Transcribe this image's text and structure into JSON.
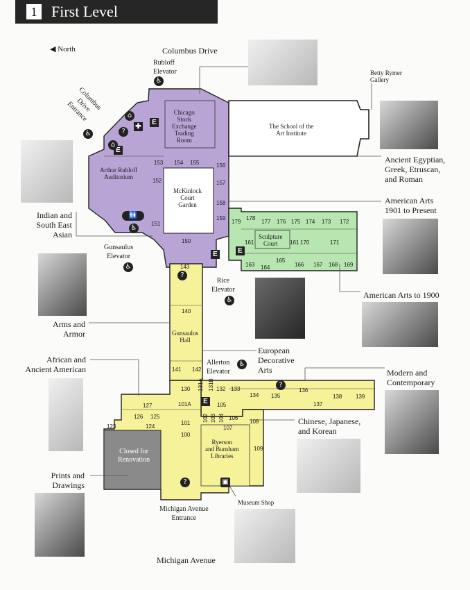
{
  "header": {
    "number": "1",
    "title": "First Level"
  },
  "orientation": {
    "label": "North",
    "arrow": "◀"
  },
  "streets": {
    "top": "Columbus Drive",
    "bottom": "Michigan Avenue"
  },
  "entrances": {
    "columbus": "Columbus\nDrive\nEntrance",
    "michigan": "Michigan Avenue\nEntrance"
  },
  "elevators": {
    "rubloff": "Rubloff\nElevator",
    "gunsaulus": "Gunsaulus\nElevator",
    "rice": "Rice\nElevator",
    "allerton": "Allerton\nElevator"
  },
  "spaces": {
    "chicago_stock": "Chicago\nStock\nExchange\nTrading\nRoom",
    "rubloff_aud": "Arthur Rubloff\nAuditorium",
    "mckinlock": "McKinlock\nCourt\nGarden",
    "school": "The School of the\nArt Institute",
    "betty": "Betty Rymer\nGallery",
    "sculpture": "Sculpture\nCourt",
    "gunsaulus_hall": "Gunsaulus\nHall",
    "closed": "Closed for\nRenovation",
    "libraries": "Ryerson\nand Burnham\nLibraries",
    "shop": "Museum Shop"
  },
  "collections": {
    "ancient": "Ancient Egyptian,\nGreek, Etruscan,\nand Roman",
    "american1901": "American Arts\n1901 to Present",
    "american1900": "American Arts to 1900",
    "european": "European\nDecorative\nArts",
    "modern": "Modern and\nContemporary",
    "chinese": "Chinese, Japanese,\nand Korean",
    "indian": "Indian and\nSouth East\nAsian",
    "arms": "Arms and\nArmor",
    "african": "African and\nAncient American",
    "prints": "Prints and\nDrawings"
  },
  "rooms": {
    "r153": "153",
    "r154": "154",
    "r155": "155",
    "r156": "156",
    "r157": "157",
    "r152": "152",
    "r158": "158",
    "r151": "151",
    "r159": "159",
    "r150": "150",
    "r178": "178",
    "r177": "177",
    "r176": "176",
    "r175": "175",
    "r174": "174",
    "r173": "173",
    "r172": "172",
    "r179": "179",
    "r161": "161",
    "r161b": "161",
    "r170": "170",
    "r171": "171",
    "r163": "163",
    "r164": "164",
    "r165": "165",
    "r166": "166",
    "r167": "167",
    "r168": "168",
    "r169": "169",
    "r143": "143",
    "r140": "140",
    "r141": "141",
    "r142": "142",
    "r130": "130",
    "r131a": "131A",
    "r131b": "131B",
    "r132": "132",
    "r133": "133",
    "r134": "134",
    "r135": "135",
    "r136": "136",
    "r137": "137",
    "r138": "138",
    "r139": "139",
    "r127": "127",
    "r126": "126",
    "r125": "125",
    "r124": "124",
    "r123": "123",
    "r101a": "101A",
    "r101": "101",
    "r100": "100",
    "r102": "102",
    "r103": "103",
    "r104": "104",
    "r105": "105",
    "r106": "106",
    "r107": "107",
    "r108": "108",
    "r109": "109"
  },
  "icons": {
    "elevator": "E",
    "info": "?",
    "accessible": "♿",
    "restroom": "🚻",
    "coat": "⌂",
    "firstaid": "✚",
    "gift": "▣"
  },
  "colors": {
    "purple": "#b9a4d6",
    "green": "#b8e6b0",
    "yellow": "#f6f29a",
    "gray": "#8a8a8a",
    "header": "#262626"
  }
}
